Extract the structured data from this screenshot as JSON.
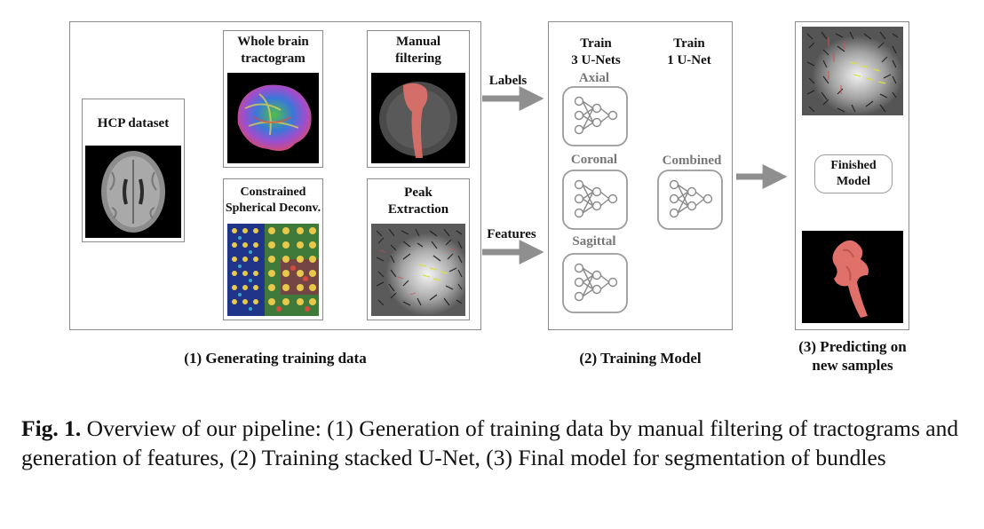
{
  "panel1": {
    "hcp_label": "HCP dataset",
    "whole_brain_label": "Whole brain\ntractogram",
    "manual_filter_label": "Manual\nfiltering",
    "csd_label": "Constrained\nSpherical Deconv.",
    "peak_label": "Peak\nExtraction",
    "caption": "(1) Generating training data"
  },
  "arrows": {
    "labels": "Labels",
    "features": "Features"
  },
  "panel2": {
    "train3": "Train\n3 U-Nets",
    "train1": "Train\n1 U-Net",
    "axial": "Axial",
    "coronal": "Coronal",
    "sagittal": "Sagittal",
    "combined": "Combined",
    "caption": "(2) Training Model"
  },
  "panel3": {
    "finished": "Finished\nModel",
    "caption": "(3) Predicting on\nnew samples"
  },
  "figure": {
    "fig_label": "Fig. 1.",
    "caption_text": " Overview of our pipeline: (1) Generation of training data by manual filtering of tractograms and generation of features, (2) Training stacked U-Net, (3) Final model for segmentation of bundles"
  },
  "colors": {
    "arrow": "#8f8f8f",
    "border": "#8a8a8a",
    "unet_border": "#9a9a9a",
    "bundle": "#e0706a"
  }
}
